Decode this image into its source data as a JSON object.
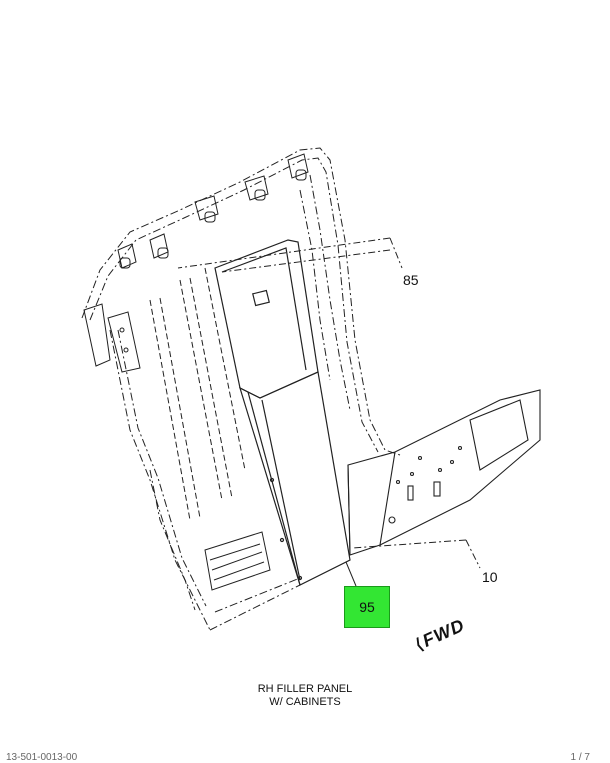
{
  "callouts": {
    "part_85": "85",
    "part_10": "10",
    "part_95": "95"
  },
  "direction_marker": "FWD",
  "caption": {
    "line1": "RH FILLER PANEL",
    "line2": "W/ CABINETS"
  },
  "footer": {
    "left": "13-501-0013-00",
    "right": "1 / 7"
  },
  "colors": {
    "highlight": "#33e633",
    "line": "#222222"
  }
}
